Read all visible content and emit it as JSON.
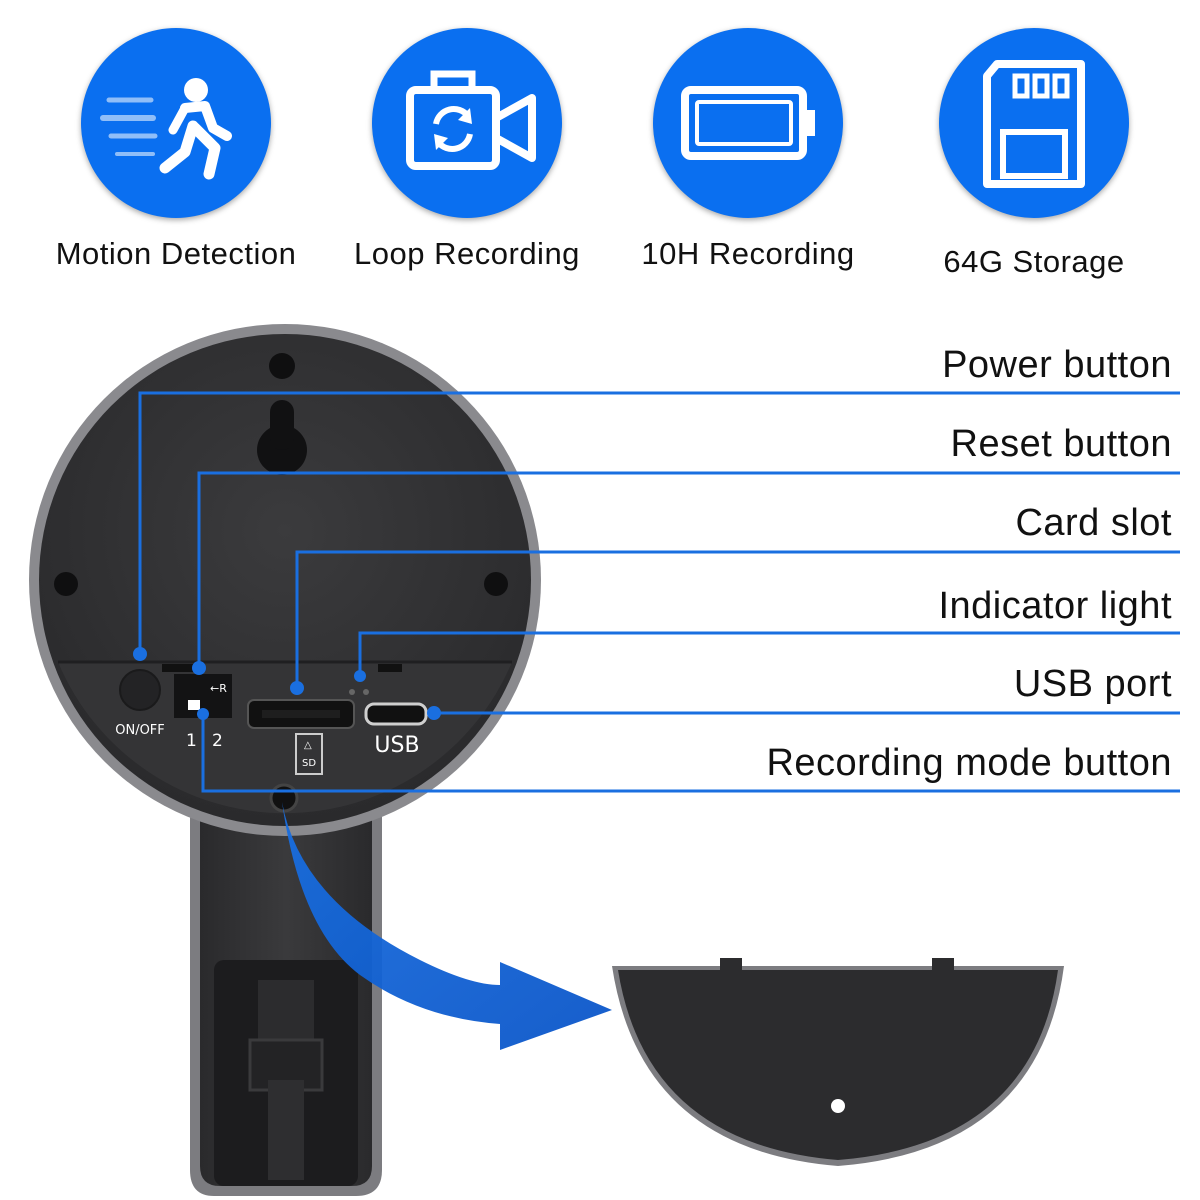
{
  "features": [
    {
      "label": "Motion Detection",
      "icon": "running-person-icon"
    },
    {
      "label": "Loop Recording",
      "icon": "loop-camera-icon"
    },
    {
      "label": "10H Recording",
      "icon": "battery-icon"
    },
    {
      "label": "64G Storage",
      "icon": "sd-card-icon"
    }
  ],
  "callouts": [
    "Power button",
    "Reset button",
    "Card slot",
    "Indicator light",
    "USB port",
    "Recording mode button"
  ],
  "device": {
    "onoff_label": "ON/OFF",
    "switch_pos1": "1",
    "switch_pos2": "2",
    "switch_r": "←R",
    "sd_label": "SD",
    "usb_label": "USB"
  },
  "colors": {
    "accent_blue": "#0a6ff0",
    "line_blue": "#1a6fe0",
    "device_dark": "#2d2d2f"
  }
}
